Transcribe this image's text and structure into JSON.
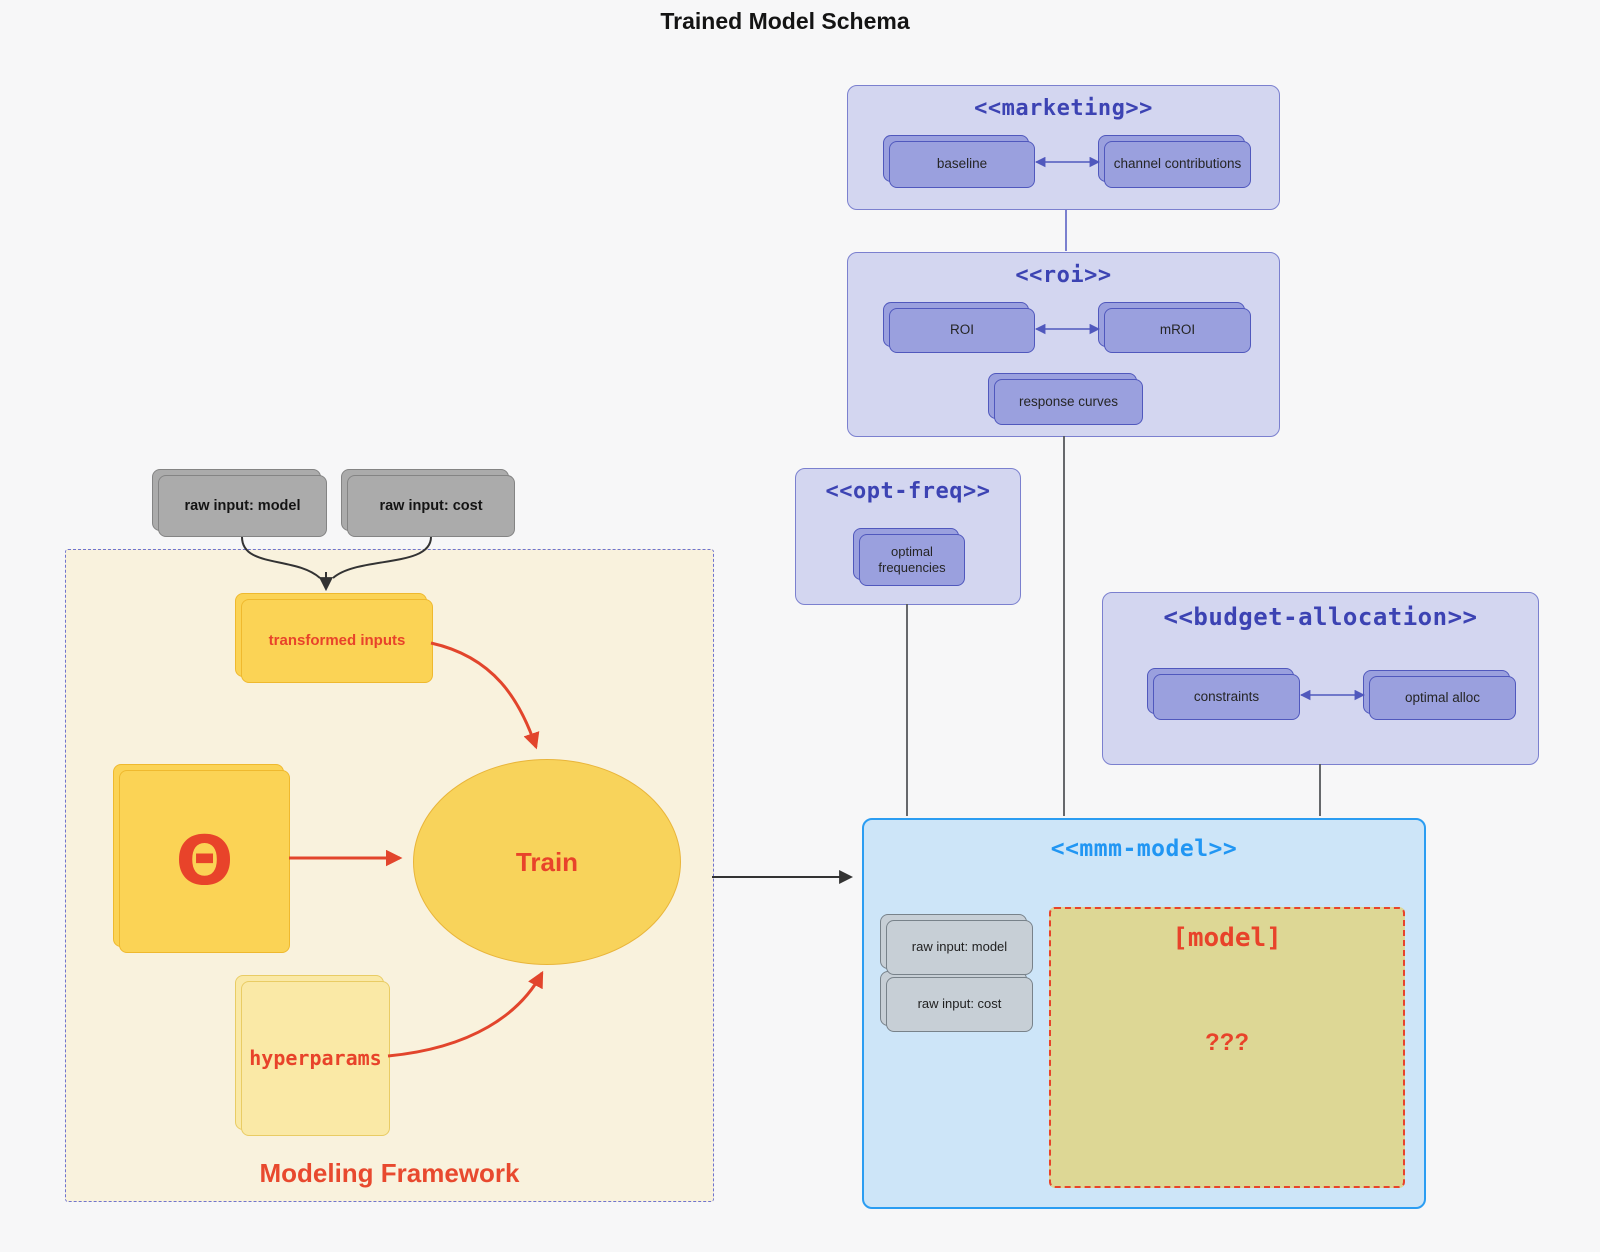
{
  "title": "Trained Model Schema",
  "colors": {
    "background": "#f7f7f8",
    "purple_container_fill": "#d3d6f0",
    "purple_container_border": "#7b80cf",
    "purple_title_text": "#3c43b3",
    "purple_card_fill": "#9aa0de",
    "mmm_container_fill": "#cde5f8",
    "mmm_container_border": "#2b9df2",
    "mmm_title_text": "#2196f3",
    "model_box_fill": "#ddd795",
    "red_accent": "#e8432a",
    "yellow_card_fill": "#fbd355",
    "framework_fill": "#f9f2dd",
    "gray_card_fill": "#ababab",
    "gray_lite_card_fill": "#c7cfd6"
  },
  "containers": {
    "marketing": {
      "title": "<<marketing>>",
      "cards": {
        "baseline": "baseline",
        "channel": "channel contributions"
      }
    },
    "roi": {
      "title": "<<roi>>",
      "cards": {
        "roi": "ROI",
        "mroi": "mROI",
        "response": "response curves"
      }
    },
    "opt_freq": {
      "title": "<<opt-freq>>",
      "cards": {
        "optimal": "optimal frequencies"
      }
    },
    "budget": {
      "title": "<<budget-allocation>>",
      "cards": {
        "constraints": "constraints",
        "optimal_alloc": "optimal alloc"
      }
    },
    "mmm": {
      "title": "<<mmm-model>>",
      "cards": {
        "raw_model": "raw input: model",
        "raw_cost": "raw input: cost"
      },
      "model_box": {
        "label": "[model]",
        "placeholder": "???"
      }
    }
  },
  "framework": {
    "label": "Modeling Framework",
    "external_inputs": {
      "raw_model": "raw input: model",
      "raw_cost": "raw input: cost"
    },
    "nodes": {
      "transformed": "transformed inputs",
      "theta": "Θ",
      "train": "Train",
      "hyperparams": "hyperparams"
    }
  }
}
